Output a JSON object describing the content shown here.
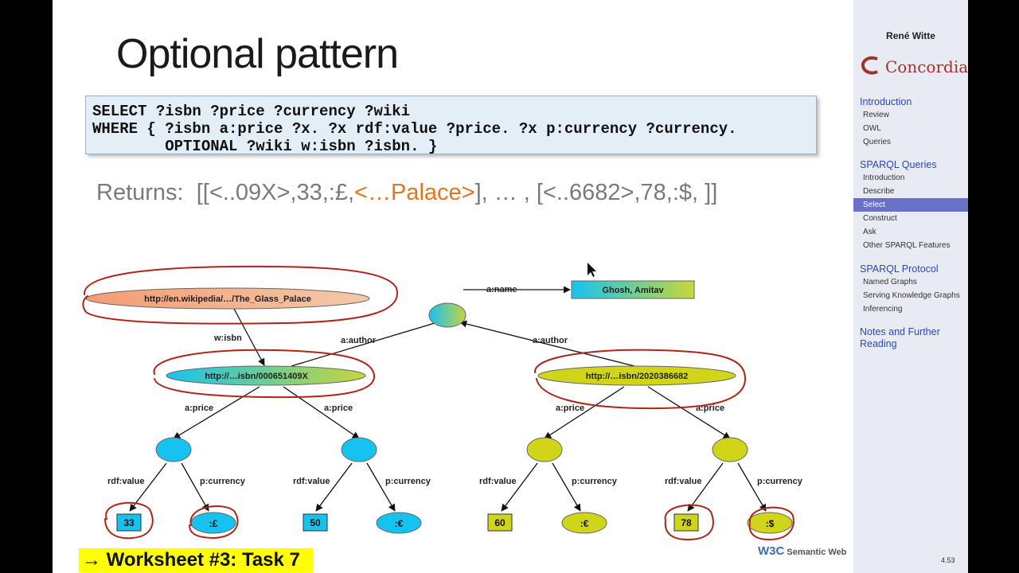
{
  "slide": {
    "title": "Optional pattern",
    "code_lines": [
      "SELECT ?isbn ?price ?currency ?wiki",
      "WHERE { ?isbn a:price ?x. ?x rdf:value ?price. ?x p:currency ?currency.",
      "        OPTIONAL ?wiki w:isbn ?isbn. }"
    ],
    "returns_prefix": "Returns:  [[<..09X>,33,:£,",
    "returns_highlight": "<…Palace>",
    "returns_suffix": "], … , [<..6682>,78,:$, ]]",
    "worksheet": "→ Worksheet #3: Task 7",
    "w3c_logo": "W3C",
    "semantic_web_logo": "Semantic Web",
    "colors": {
      "highlight_orange": "#e2761e",
      "worksheet_yellow": "#ffff00",
      "annotation_red": "#b02418"
    }
  },
  "diagram": {
    "nodes": {
      "wiki": "http://en.wikipedia/…/The_Glass_Palace",
      "isbn1": "http://…isbn/000651409X",
      "isbn2": "http://…isbn/2020386682",
      "author_name": "Ghosh, Amitav",
      "v33": "33",
      "c_pound": ":£",
      "v50": "50",
      "c_euro1": ":€",
      "v60": "60",
      "c_euro2": ":€",
      "v78": "78",
      "c_dollar": ":$"
    },
    "edges": {
      "name": "a:name",
      "author": "a:author",
      "isbn": "w:isbn",
      "price": "a:price",
      "value": "rdf:value",
      "currency": "p:currency"
    }
  },
  "sidebar": {
    "author": "René Witte",
    "university": "Concordia",
    "sections": [
      {
        "title": "Introduction",
        "items": [
          {
            "label": "Review",
            "active": false
          },
          {
            "label": "OWL",
            "active": false
          },
          {
            "label": "Queries",
            "active": false
          }
        ]
      },
      {
        "title": "SPARQL Queries",
        "items": [
          {
            "label": "Introduction",
            "active": false
          },
          {
            "label": "Describe",
            "active": false
          },
          {
            "label": "Select",
            "active": true
          },
          {
            "label": "Construct",
            "active": false
          },
          {
            "label": "Ask",
            "active": false
          },
          {
            "label": "Other SPARQL Features",
            "active": false
          }
        ]
      },
      {
        "title": "SPARQL Protocol",
        "items": [
          {
            "label": "Named Graphs",
            "active": false
          },
          {
            "label": "Serving Knowledge Graphs",
            "active": false
          },
          {
            "label": "Inferencing",
            "active": false
          }
        ]
      },
      {
        "title": "Notes and Further Reading",
        "items": []
      }
    ],
    "page": "4.53"
  }
}
